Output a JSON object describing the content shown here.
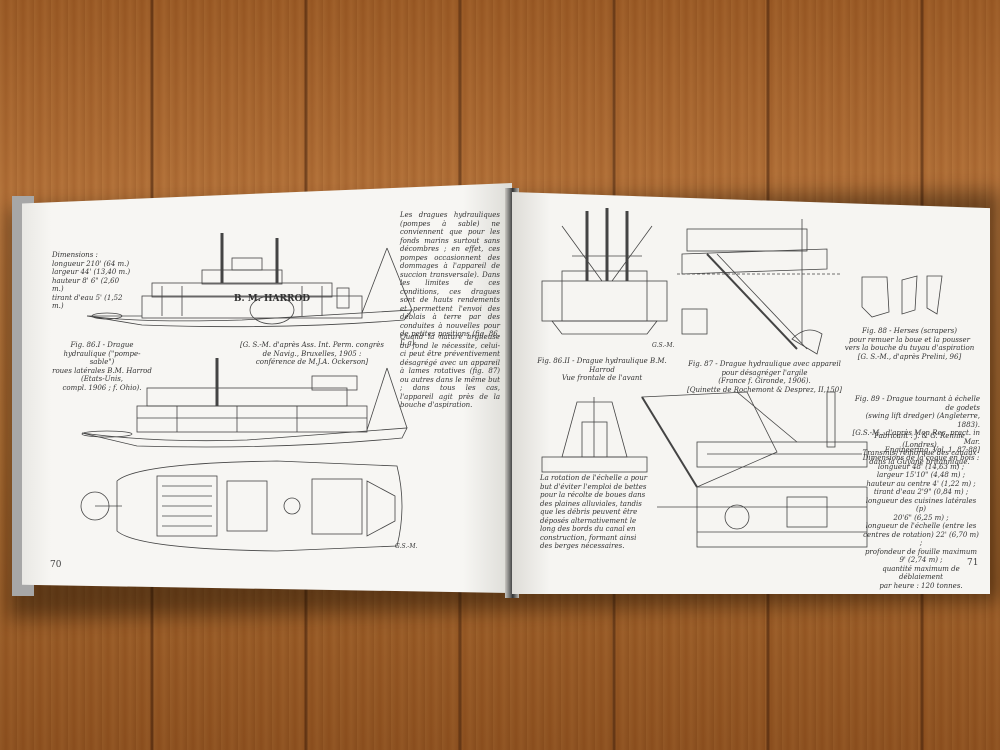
{
  "book": {
    "left_page": {
      "dimensions_text": "Dimensions :\nlongueur 210' (64 m.)\nlargeur 44' (13,40 m.)\nhauteur 8' 6\" (2,60 m.)\ntirant d'eau 5' (1,52 m.)",
      "boat_name": "B. M. HARROD",
      "caption_86i": "Fig. 86.I - Drague\nhydraulique (\"pompe-sable\")\nroues latérales B.M. Harrod\n(Etats-Unis,\ncompl. 1906 ; f. Ohio).",
      "source_86i": "[G. S.-M. d'après Ass. Int. Perm. congrès\nde Navig., Bruxelles, 1905 :\nconférence de M.J.A. Ockerson]",
      "paragraph_1": "Les dragues hydrauliques (pompes à sable) ne conviennent que pour les fonds marins surtout sans décombres ; en effet, ces pompes occasionnent des dommages à l'appareil de succion transversale). Dans les limites de ces conditions, ces dragues sont de hauts rendements et permettent l'envoi des déblais à terre par des conduites à nouvelles pour de petites positions (fig. 86, I, g).",
      "paragraph_2": "Quand la nature argileuse du fond le nécessite, celui-ci peut être préventivement désagrégé avec un appareil à lames rotatives (fig. 87) ou autres dans le même but ; dans tous les cas, l'appareil agit près de la bouche d'aspiration.",
      "initials": "G.S.-M.",
      "page_number": "70"
    },
    "right_page": {
      "caption_86ii": "Fig. 86.II - Drague hydraulique B.M. Harrod\nVue frontale de l'avant",
      "initials_gsm": "G.S.-M.",
      "caption_87": "Fig. 87 - Drague hydraulique avec appareil pour désagréger l'argile\n(France f. Gironde, 1906).\n[Quinette de Rochemont & Desprez, II,150]",
      "caption_88": "Fig. 88 - Herses (scrapers)\npour remuer la boue et la pousser\nvers la bouche du tuyau d'aspiration\n[G. S.-M., d'après Prelini, 96]",
      "caption_89": "Fig. 89 - Drague tournant à échelle de godets\n(swing lift dredger) (Angleterre, 1883).\n[G.S.-M., d'après Mon Rec. pract. in Mar.\nEngineering, Vol. 1, 87-88]",
      "fabricant": "Fabricant : J. & G. Rennie (Londres)\nTransmis, remorqué des canaux\ndans la Guyane britannique.",
      "dimensions_89": "Dimensions de la coque en bois :\nlongueur 48' (14,63 m) ;\nlargeur 15'10\" (4,48 m) ;\nhauteur au centre 4' (1,22 m) ;\ntirant d'eau 2'9\" (0,84 m) ;\nlongueur des cuisines latérales (p)\n20'6\" (6,25 m) ;\nlongueur de l'échelle (entre les\ncentres de rotation) 22' (6,70 m) ;\nprofondeur de fouille maximum\n9' (2,74 m) ;\nquantité maximum de déblaiement\npar heure : 120 tonnes.",
      "paragraph_rotation": "La rotation de l'échelle a pour but d'éviter l'emploi de bettes pour la récolte de boues dans des plaines alluviales, tandis que les débris peuvent être déposés alternativement le long des bords du canal en construction, formant ainsi des berges nécessaires.",
      "page_number": "71"
    }
  },
  "colors": {
    "table_wood": "#a8692f",
    "paper": "#f6f5f2",
    "ink": "#333333"
  }
}
